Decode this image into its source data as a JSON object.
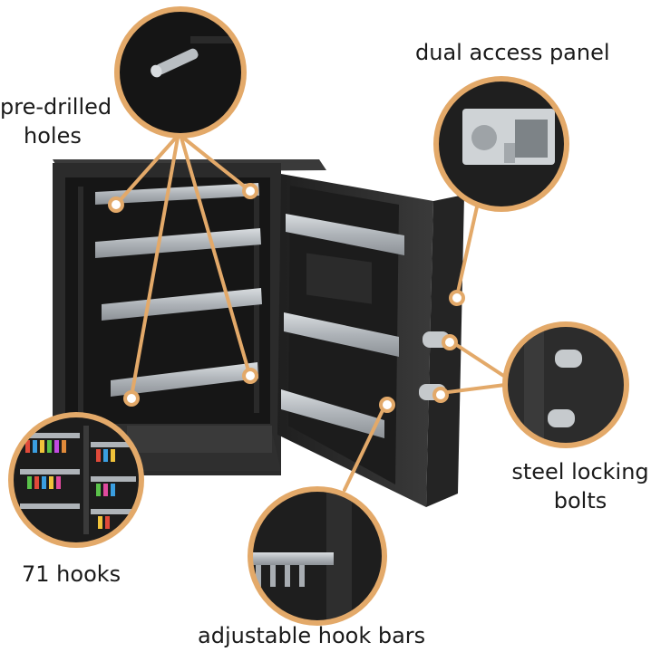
{
  "labels": {
    "predrilled_line1": "pre-drilled",
    "predrilled_line2": "holes",
    "dual_access": "dual access panel",
    "steel_line1": "steel locking",
    "steel_line2": "bolts",
    "hooks": "71 hooks",
    "adjustable": "adjustable hook bars"
  },
  "colors": {
    "accent": "#e3a969",
    "cabinet": "#2a2a2a",
    "interior": "#1b1b1b",
    "metal": "#b8bcc0",
    "background": "#ffffff"
  },
  "icons": [
    "cabinet-illustration",
    "callout-circle"
  ]
}
